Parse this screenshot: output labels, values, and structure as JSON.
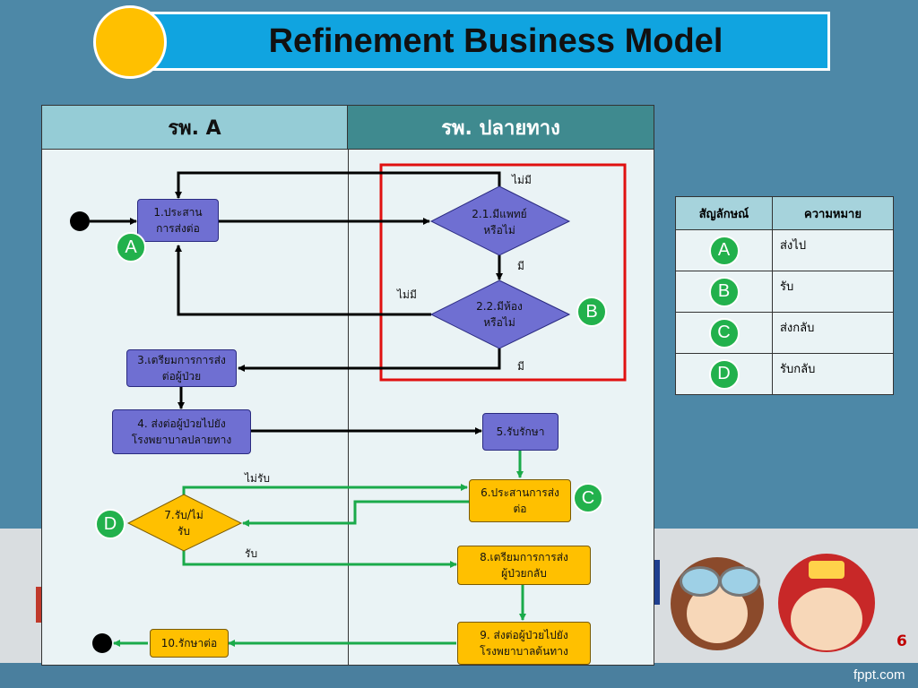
{
  "title": "Refinement Business Model",
  "lanes": {
    "a": "รพ. A",
    "b": "รพ. ปลายทาง"
  },
  "nodes": {
    "n1": "1.ประสาน\nการส่งต่อ",
    "n21": "2.1.มีแพทย์\nหรือไม่",
    "n22": "2.2.มีห้อง\nหรือไม่",
    "n3": "3.เตรียมการการส่ง\nต่อผู้ป่วย",
    "n4": "4. ส่งต่อผู้ป่วยไปยัง\nโรงพยาบาลปลายทาง",
    "n5": "5.รับรักษา",
    "n6": "6.ประสานการส่ง\nต่อ",
    "n7": "7.รับ/ไม่\nรับ",
    "n8": "8.เตรียมการการส่ง\nผู้ป่วยกลับ",
    "n9": "9. ส่งต่อผู้ป่วยไปยัง\nโรงพยาบาลต้นทาง",
    "n10": "10.รักษาต่อ"
  },
  "flow_labels": {
    "no_top": "ไม่มี",
    "yes_1": "มี",
    "no_left": "ไม่มี",
    "yes_2": "มี",
    "reject": "ไม่รับ",
    "accept": "รับ"
  },
  "badges": {
    "a": "A",
    "b": "B",
    "c": "C",
    "d": "D"
  },
  "legend": {
    "headers": [
      "สัญลักษณ์",
      "ความหมาย"
    ],
    "rows": [
      {
        "symbol": "A",
        "meaning": "ส่งไป"
      },
      {
        "symbol": "B",
        "meaning": "รับ"
      },
      {
        "symbol": "C",
        "meaning": "ส่งกลับ"
      },
      {
        "symbol": "D",
        "meaning": "รับกลับ"
      }
    ]
  },
  "page_number": "6",
  "watermark": "fppt.com",
  "colors": {
    "highlight": "#e01010",
    "return_flow": "#1aaa4a",
    "forward_flow": "#000000"
  }
}
